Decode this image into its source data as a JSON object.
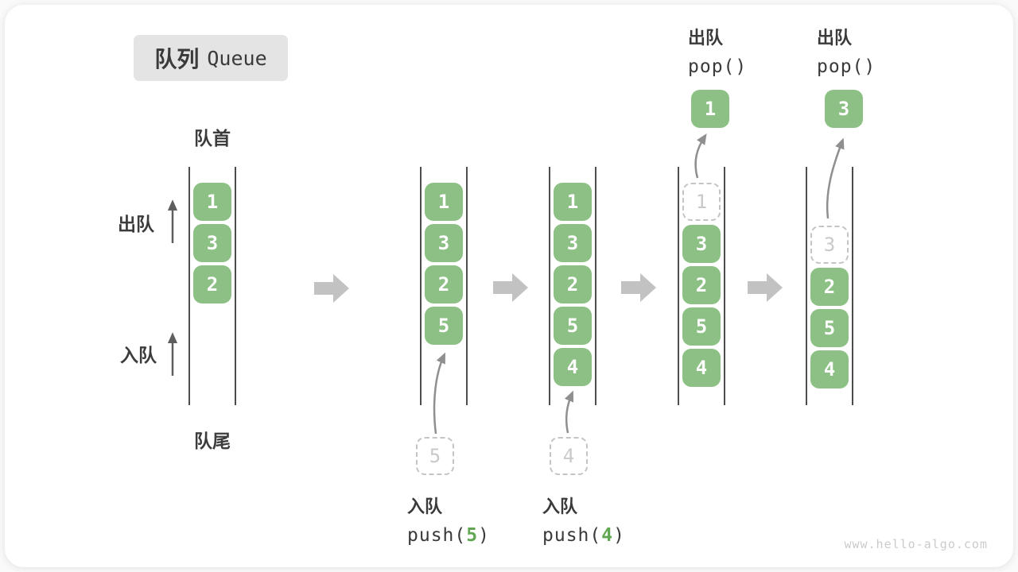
{
  "title": {
    "zh": "队列",
    "en": "Queue"
  },
  "side_labels": {
    "front": "队首",
    "rear": "队尾",
    "dequeue": "出队",
    "enqueue": "入队"
  },
  "columns": [
    {
      "cells": [
        "1",
        "3",
        "2"
      ]
    },
    {
      "cells": [
        "1",
        "3",
        "2",
        "5"
      ],
      "pending": "5",
      "op_label": "入队",
      "code_pre": "push(",
      "code_arg": "5",
      "code_suf": ")"
    },
    {
      "cells": [
        "1",
        "3",
        "2",
        "5",
        "4"
      ],
      "pending": "4",
      "op_label": "入队",
      "code_pre": "push(",
      "code_arg": "4",
      "code_suf": ")"
    },
    {
      "ghost": "1",
      "cells": [
        "3",
        "2",
        "5",
        "4"
      ],
      "popped": "1",
      "op_label": "出队",
      "op_code": "pop()"
    },
    {
      "ghost": "3",
      "cells": [
        "2",
        "5",
        "4"
      ],
      "popped": "3",
      "op_label": "出队",
      "op_code": "pop()"
    }
  ],
  "watermark": "www.hello-algo.com",
  "colors": {
    "cell_green": "#8cc084",
    "code_green": "#61a653",
    "rail_gray": "#4d4d4d",
    "step_arrow_gray": "#c2c2c2",
    "curve_arrow_gray": "#8f8f8f",
    "ghost_gray": "#c4c4c4",
    "badge_bg": "#e4e4e4",
    "text_dark": "#3a3a3a"
  }
}
